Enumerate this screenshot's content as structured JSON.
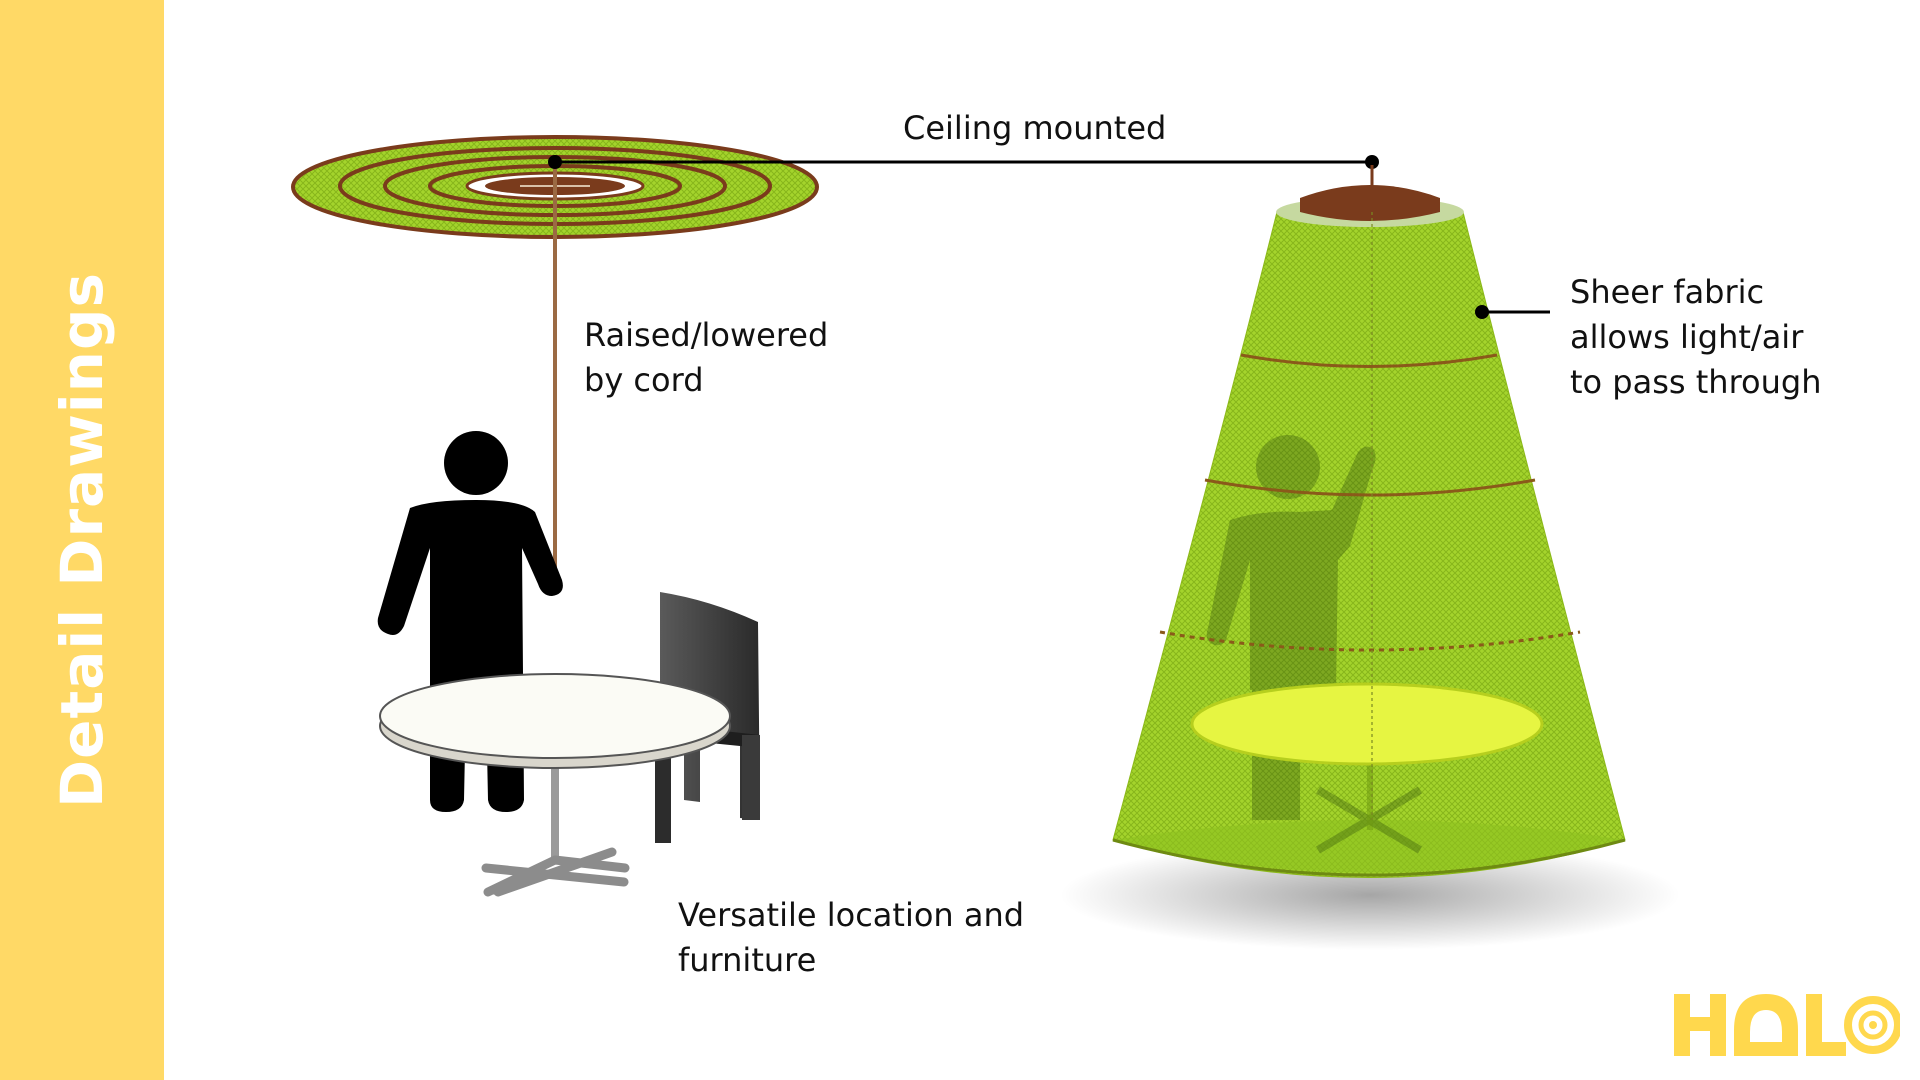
{
  "sidebar": {
    "title": "Detail Drawings"
  },
  "callouts": {
    "ceiling": "Ceiling mounted",
    "cord": [
      "Raised/lowered",
      "by cord"
    ],
    "fabric": [
      "Sheer fabric",
      "allows light/air",
      "to pass through"
    ],
    "furniture": [
      "Versatile location and",
      "furniture"
    ]
  },
  "logo": {
    "text": "HALO"
  },
  "colors": {
    "sidebar": "#ffd966",
    "fabric": "#9fd22a",
    "ring_wood": "#7a3b1c",
    "logo": "#ffd84d",
    "figure": "#000000"
  }
}
